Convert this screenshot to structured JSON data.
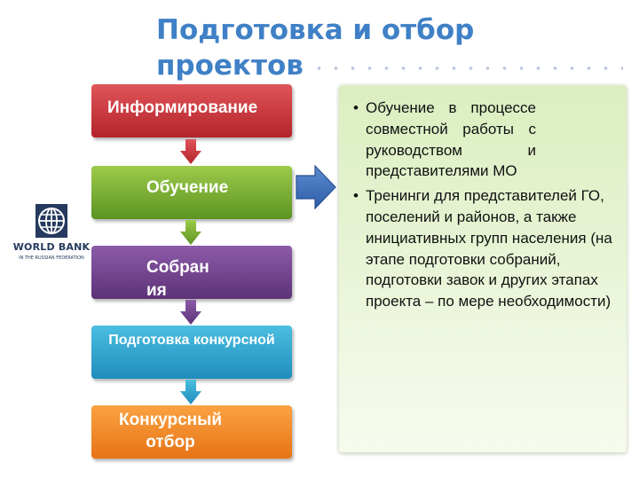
{
  "title": {
    "line1": "Подготовка и отбор",
    "line2": "проектов"
  },
  "logo": {
    "name": "WORLD BANK",
    "subtitle": "IN THE RUSSIAN FEDERATION",
    "icon": "globe-icon"
  },
  "steps": [
    {
      "label": "Информирование",
      "color": "#c0303a"
    },
    {
      "label": "Обучение",
      "color": "#78ad33"
    },
    {
      "label": "Собрания",
      "color": "#73428f"
    },
    {
      "label": "Подготовка конкурсной",
      "color": "#2fa5d0"
    },
    {
      "label": "Конкурсный отбор",
      "color": "#f08a28"
    }
  ],
  "arrows": {
    "down_color": "#c0303a",
    "right_color": "#3c6fb8",
    "right_icon": "arrow-right-icon",
    "down_icon": "arrow-down-icon"
  },
  "panel": {
    "bullets": [
      "Обучение в процессе совместной работы с руководством и представителями МО",
      "Тренинги для представителей ГО, поселений и районов, а также инициативных групп населения (на этапе подготовки собраний, подготовки завок и других этапах проекта – по мере необходимости)"
    ]
  }
}
